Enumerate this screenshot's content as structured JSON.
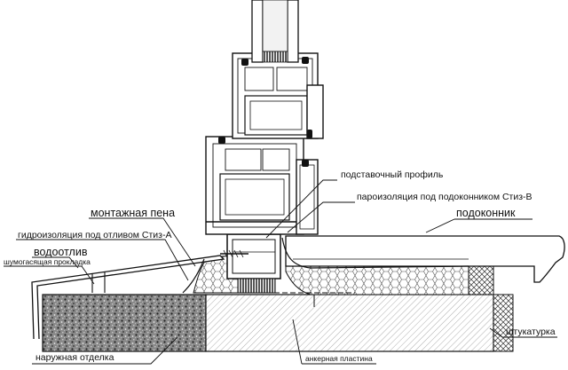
{
  "labels": {
    "montazhnaya_pena": "монтажная пена",
    "gidroizolyatsiya": "гидроизоляция под отливом Стиз-А",
    "vodootliv": "водоотлив",
    "shumogasyashchaya": "шумогасящая прокладка",
    "naruzhnaya_otdelka": "наружная отделка",
    "podstavochny_profil": "подставочный профиль",
    "paroizolyatsiya": "пароизоляция под подоконником Стиз-В",
    "podokonnik": "подоконник",
    "shtukaturka": "штукатурка",
    "ankernaya_plastina": "анкерная пластина"
  }
}
